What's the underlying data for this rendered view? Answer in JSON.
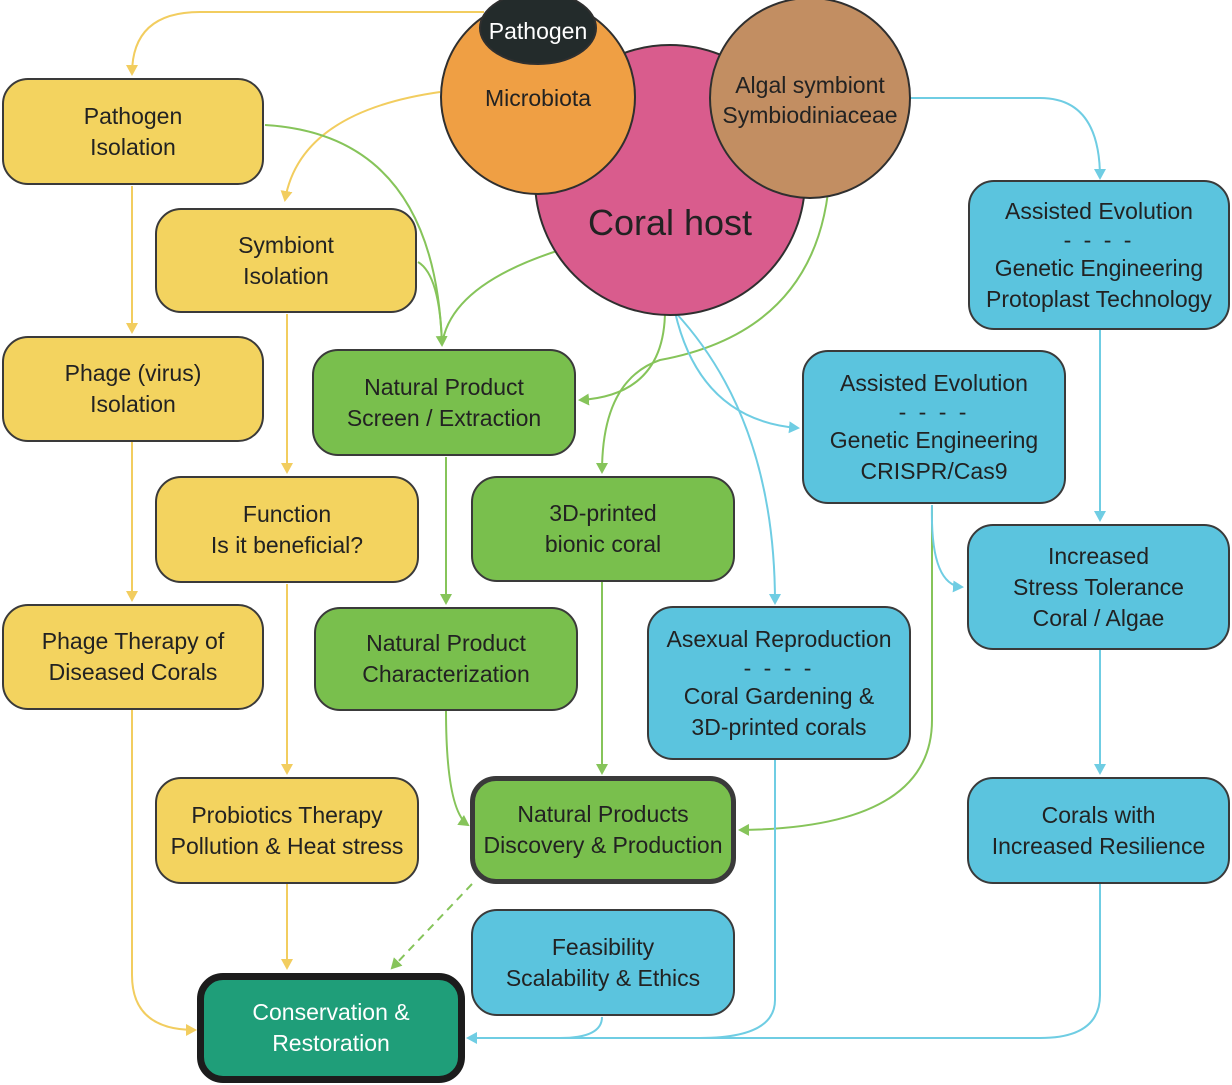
{
  "colors": {
    "yellow": "#f3d35f",
    "green": "#79bf4d",
    "blue": "#5bc4de",
    "teal": "#1f9e79",
    "coral_host": "#d95c8d",
    "microbiota": "#ef9f44",
    "algal_symbiont": "#c28e62",
    "pathogen": "#232b2b",
    "yellow_arrow": "#f2cd5f",
    "green_arrow": "#86c45a",
    "blue_arrow": "#6fcde3"
  },
  "circles": {
    "pathogen": "Pathogen",
    "microbiota": "Microbiota",
    "algal_line1": "Algal symbiont",
    "algal_line2": "Symbiodiniaceae",
    "coral_host": "Coral host"
  },
  "boxes": {
    "pathogen_isolation": [
      "Pathogen",
      "Isolation"
    ],
    "symbiont_isolation": [
      "Symbiont",
      "Isolation"
    ],
    "phage_isolation": [
      "Phage (virus)",
      "Isolation"
    ],
    "function": [
      "Function",
      "Is it beneficial?"
    ],
    "phage_therapy": [
      "Phage Therapy of",
      "Diseased Corals"
    ],
    "probiotics": [
      "Probiotics Therapy",
      "Pollution & Heat stress"
    ],
    "np_screen": [
      "Natural Product",
      "Screen / Extraction"
    ],
    "bionic_coral": [
      "3D-printed",
      "bionic coral"
    ],
    "np_characterization": [
      "Natural Product",
      "Characterization"
    ],
    "np_discovery": [
      "Natural Products",
      "Discovery & Production"
    ],
    "feasibility": [
      "Feasibility",
      "Scalability & Ethics"
    ],
    "conservation": [
      "Conservation &",
      "Restoration"
    ],
    "assisted_evolution_top": [
      "Assisted Evolution",
      "- - - -",
      "Genetic Engineering",
      "Protoplast Technology"
    ],
    "assisted_evolution_mid": [
      "Assisted Evolution",
      "- - - -",
      "Genetic Engineering",
      "CRISPR/Cas9"
    ],
    "asexual": [
      "Asexual Reproduction",
      "- - - -",
      "Coral Gardening &",
      "3D-printed corals"
    ],
    "stress_tolerance": [
      "Increased",
      "Stress Tolerance",
      "Coral / Algae"
    ],
    "resilience": [
      "Corals with",
      "Increased Resilience"
    ]
  }
}
